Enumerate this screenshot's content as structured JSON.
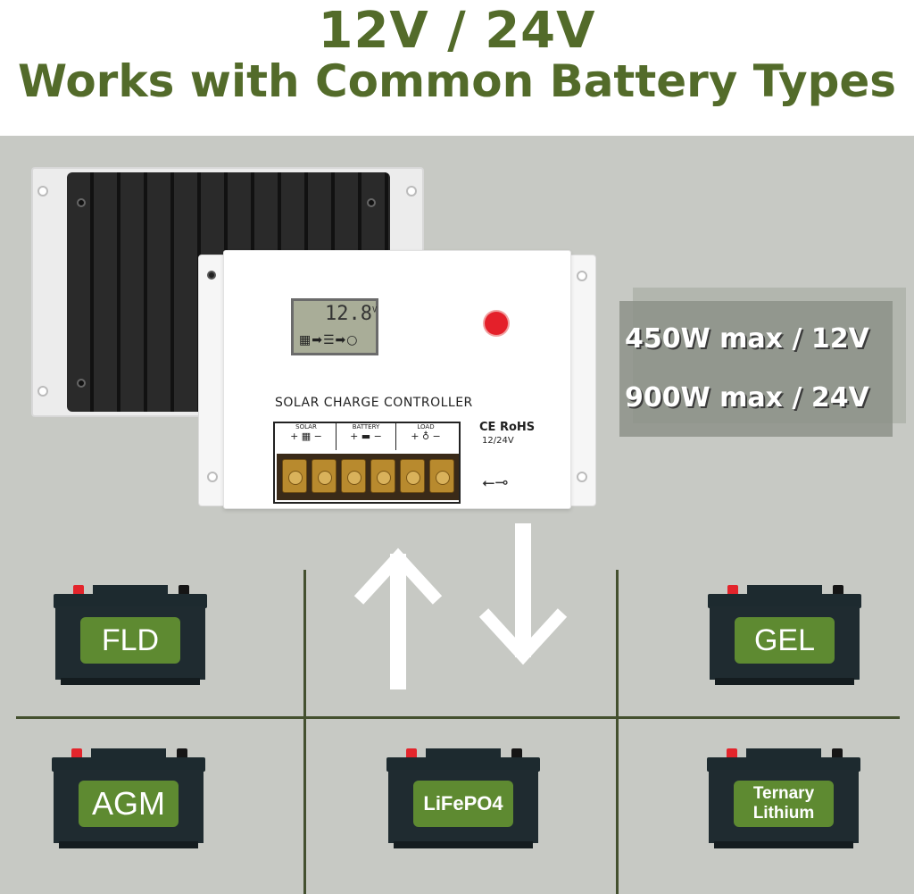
{
  "header": {
    "title_line1": "12V / 24V",
    "title_line2": "Works with Common Battery Types"
  },
  "controller": {
    "lcd_value": "12.8",
    "lcd_unit": "V",
    "product_label": "SOLAR CHARGE CONTROLLER",
    "terminal_sections": [
      {
        "label": "SOLAR"
      },
      {
        "label": "BATTERY"
      },
      {
        "label": "LOAD"
      }
    ],
    "certifications": "CE RoHS",
    "voltage_rating": "12/24V"
  },
  "specs": {
    "line1": "450W max / 12V",
    "line2": "900W max / 24V"
  },
  "batteries": [
    {
      "label": "FLD"
    },
    {
      "label": "GEL"
    },
    {
      "label": "AGM"
    },
    {
      "label": "LiFePO4"
    },
    {
      "label": "Ternary Lithium"
    }
  ],
  "colors": {
    "title_green": "#536b2a",
    "background_gray": "#c7c9c4",
    "battery_label_green": "#5e8a31",
    "battery_body": "#1f2b30",
    "positive_terminal": "#e3242b",
    "indicator_button": "#e4202a"
  },
  "icons": [
    "up-arrow-icon",
    "down-arrow-icon",
    "usb-icon",
    "solar-panel-icon",
    "battery-icon",
    "bulb-icon"
  ]
}
